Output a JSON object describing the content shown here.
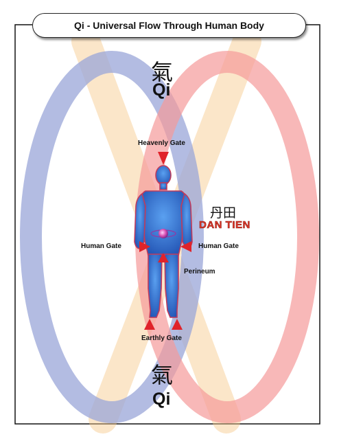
{
  "title": "Qi - Universal Flow Through Human Body",
  "top": {
    "chinese": "氣",
    "label": "Qi"
  },
  "bottom": {
    "chinese": "氣",
    "label": "Qi"
  },
  "dan_tien": {
    "chinese": "丹田",
    "label": "DAN TIEN"
  },
  "gates": {
    "heavenly": "Heavenly Gate",
    "human_left": "Human Gate",
    "human_right": "Human Gate",
    "perineum": "Perineum",
    "earthly": "Earthly Gate"
  },
  "colors": {
    "left_loop": "#9aa6d8",
    "right_loop": "#f59a9a",
    "glow": "#f7c98a",
    "body": "#2f6fd0",
    "arrow": "#e0232a",
    "dan_tien_text": "#e23a2c"
  }
}
